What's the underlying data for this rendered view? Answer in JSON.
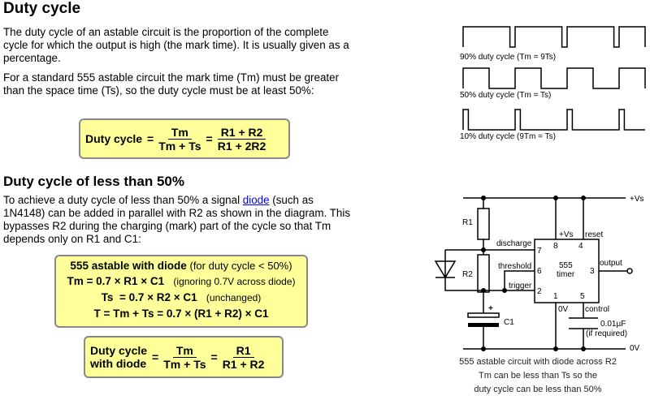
{
  "section1": {
    "title": "Duty cycle",
    "para1": "The duty cycle of an astable circuit is the proportion of the complete cycle for which the output is high (the mark time). It is usually given as a percentage.",
    "para2": "For a standard 555 astable circuit the mark time (Tm) must be greater than the space time (Ts), so the duty cycle must be at least 50%:",
    "formula": {
      "label": "Duty cycle",
      "eq": "=",
      "num1": "Tm",
      "den1": "Tm + Ts",
      "num2": "R1 + R2",
      "den2": "R1 + 2R2"
    }
  },
  "waveforms": [
    {
      "label": "90% duty cycle (Tm = 9Ts)",
      "duty": 0.9
    },
    {
      "label": "50% duty cycle (Tm = Ts)",
      "duty": 0.5
    },
    {
      "label": "10% duty cycle (9Tm = Ts)",
      "duty": 0.1
    }
  ],
  "section2": {
    "title": "Duty cycle of less than 50%",
    "para_pre": "To achieve a duty cycle of less than 50% a signal ",
    "link": "diode",
    "para_post": " (such as 1N4148) can be added in parallel with R2 as shown in the diagram. This bypasses R2 during the charging (mark) part of the cycle so that Tm depends only on R1 and C1:",
    "box": {
      "title": "555 astable with diode",
      "title_note": "(for duty cycle < 50%)",
      "l1": "Tm = 0.7 × R1 × C1",
      "l1_note": "(ignoring 0.7V across diode)",
      "l2": "Ts  = 0.7 × R2 × C1",
      "l2_note": "(unchanged)",
      "l3": "T = Tm + Ts = 0.7 × (R1 + R2) × C1"
    },
    "formula": {
      "label1": "Duty cycle",
      "label2": "with diode",
      "eq": "=",
      "num1": "Tm",
      "den1": "Tm + Ts",
      "num2": "R1",
      "den2": "R1 + R2"
    }
  },
  "circuit": {
    "vs": "+Vs",
    "zero": "0V",
    "r1": "R1",
    "r2": "R2",
    "c1": "C1",
    "plus": "+",
    "discharge": "discharge",
    "threshold": "threshold",
    "trigger": "trigger",
    "pin_vs": "+Vs",
    "reset": "reset",
    "p8": "8",
    "p4": "4",
    "p7": "7",
    "p6": "6",
    "p2": "2",
    "p1": "1",
    "p5": "5",
    "p3": "3",
    "chip1": "555",
    "chip2": "timer",
    "output": "output",
    "ov": "0V",
    "control": "control",
    "cap": "0.01µF",
    "ifreq": "(if required)",
    "caption": [
      "555 astable circuit with diode across R2",
      "Tm can be less than Ts so the",
      "duty cycle can be less than 50%"
    ]
  }
}
